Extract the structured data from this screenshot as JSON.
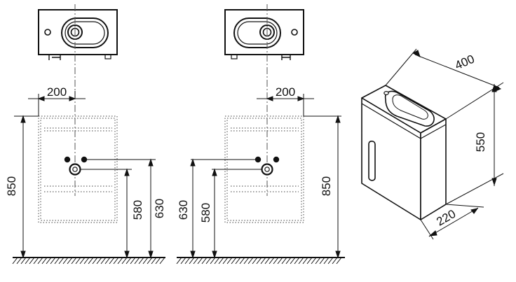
{
  "colors": {
    "line": "#111111",
    "dim": "#1a1a1a",
    "dotted": "#666666",
    "fill": "#ffffff"
  },
  "icons": [
    "tap-hole-icon",
    "drain-icon",
    "faucet-icon",
    "hatched-floor-icon"
  ],
  "left_view": {
    "dim_top": "200",
    "dim_total": "850",
    "dim_drain": "580",
    "dim_supply": "630"
  },
  "right_view": {
    "dim_top": "200",
    "dim_total": "850",
    "dim_drain": "580",
    "dim_supply": "630"
  },
  "iso_view": {
    "dim_width": "400",
    "dim_height": "550",
    "dim_depth": "220"
  }
}
